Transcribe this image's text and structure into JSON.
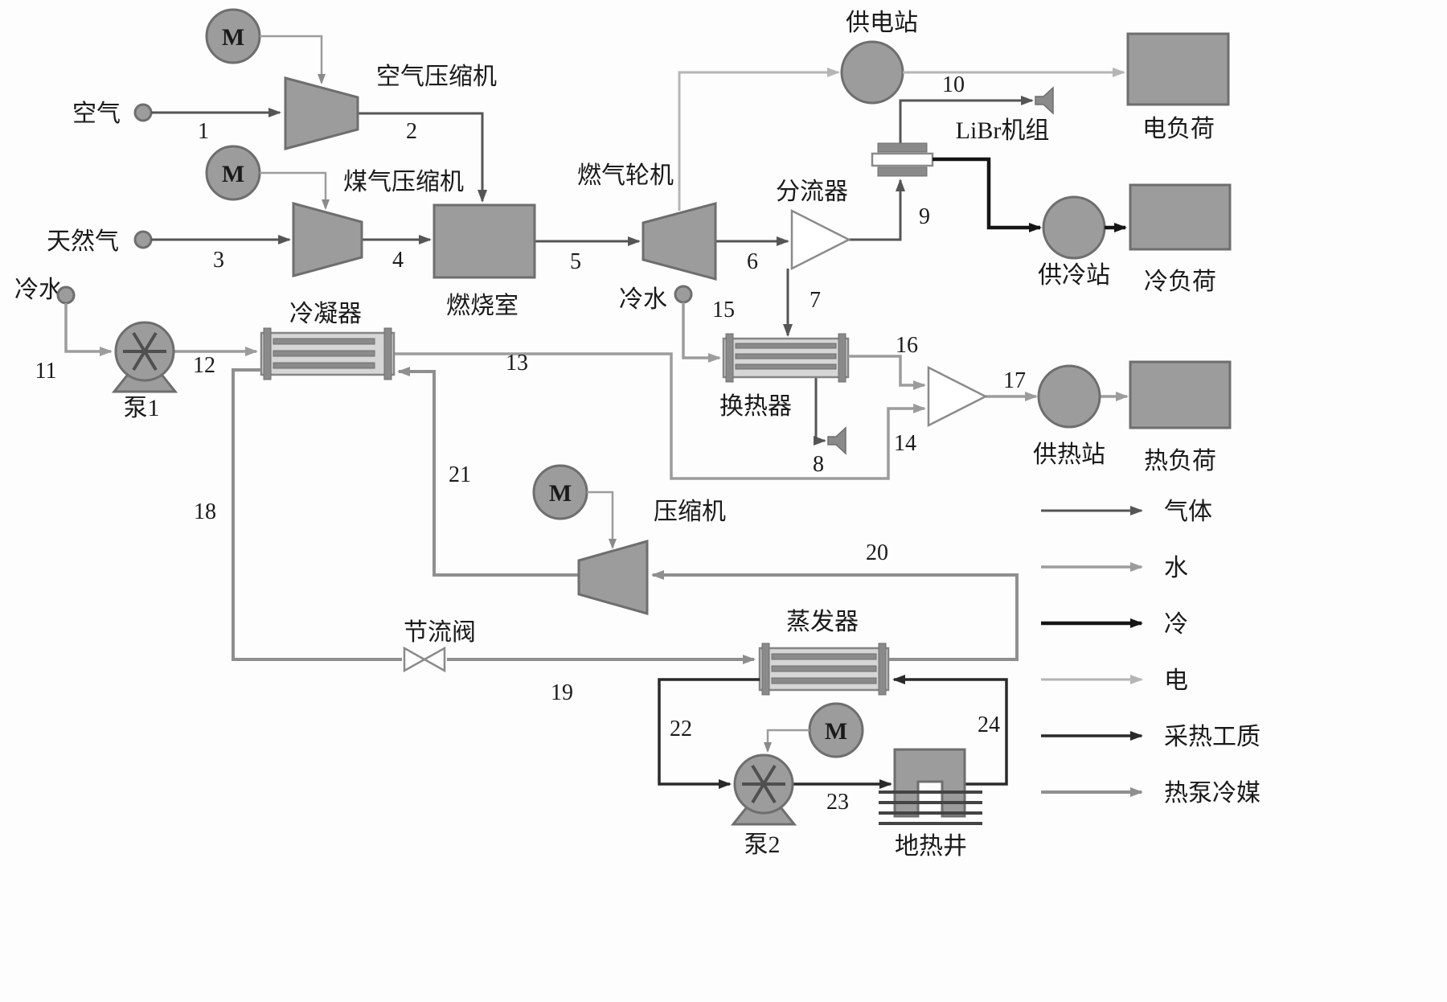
{
  "labels": {
    "air": "空气",
    "natural_gas": "天然气",
    "cold_water_a": "冷水",
    "cold_water_b": "冷水",
    "motor": "M",
    "air_compressor": "空气压缩机",
    "gas_compressor": "煤气压缩机",
    "combustion_chamber": "燃烧室",
    "gas_turbine": "燃气轮机",
    "splitter": "分流器",
    "power_station": "供电站",
    "electric_load": "电负荷",
    "libr_unit": "LiBr机组",
    "cooling_station": "供冷站",
    "cooling_load": "冷负荷",
    "heat_exchanger": "换热器",
    "heating_station": "供热站",
    "heat_load": "热负荷",
    "condenser": "冷凝器",
    "pump1": "泵1",
    "pump2": "泵2",
    "hp_compressor": "压缩机",
    "throttle_valve": "节流阀",
    "evaporator": "蒸发器",
    "geothermal_well": "地热井"
  },
  "streams": {
    "s1": "1",
    "s2": "2",
    "s3": "3",
    "s4": "4",
    "s5": "5",
    "s6": "6",
    "s7": "7",
    "s8": "8",
    "s9": "9",
    "s10": "10",
    "s11": "11",
    "s12": "12",
    "s13": "13",
    "s14": "14",
    "s15": "15",
    "s16": "16",
    "s17": "17",
    "s18": "18",
    "s19": "19",
    "s20": "20",
    "s21": "21",
    "s22": "22",
    "s23": "23",
    "s24": "24"
  },
  "legend": {
    "items": [
      {
        "label": "气体",
        "color": "#555555"
      },
      {
        "label": "水",
        "color": "#9c9c9c"
      },
      {
        "label": "冷",
        "color": "#151515"
      },
      {
        "label": "电",
        "color": "#b5b5b5"
      },
      {
        "label": "采热工质",
        "color": "#2a2a2a"
      },
      {
        "label": "热泵冷媒",
        "color": "#8f8f8f"
      }
    ]
  },
  "colors": {
    "component_fill": "#9c9c9c",
    "component_stroke": "#6e6e6e",
    "gas": "#555555",
    "water": "#9c9c9c",
    "cold": "#151515",
    "electric": "#b5b5b5",
    "heat_fluid": "#2a2a2a",
    "refrigerant": "#8f8f8f"
  }
}
